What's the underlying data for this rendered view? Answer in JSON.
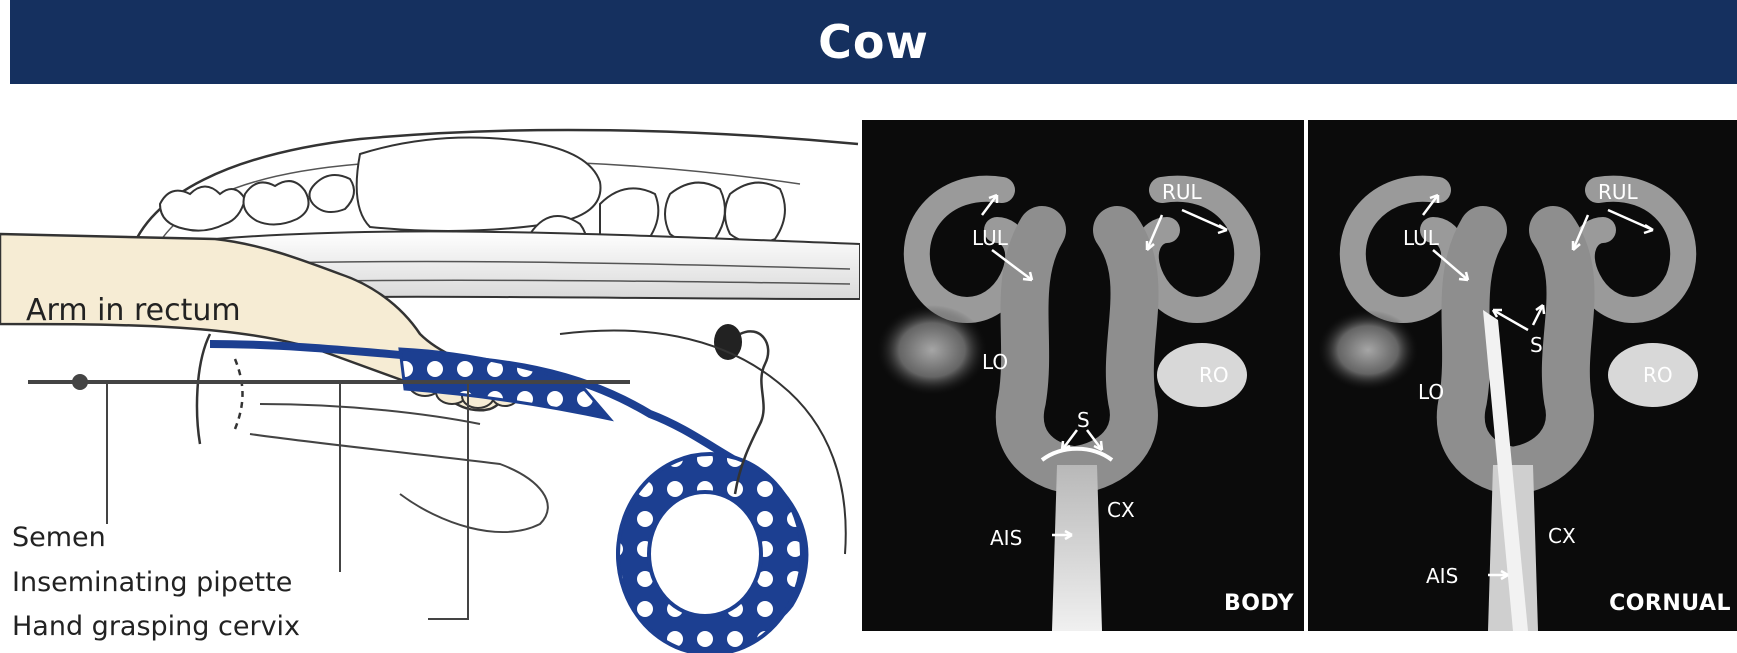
{
  "header": {
    "title": "Cow"
  },
  "diagram": {
    "arm_label": "Arm in rectum",
    "callouts": [
      "Semen",
      "Inseminating pipette",
      "Hand grasping cervix"
    ]
  },
  "photos": {
    "left": {
      "corner_label": "BODY",
      "labels": {
        "lul": "LUL",
        "rul": "RUL",
        "lo": "LO",
        "ro": "RO",
        "s": "S",
        "cx": "CX",
        "ais": "AIS"
      }
    },
    "right": {
      "corner_label": "CORNUAL",
      "labels": {
        "lul": "LUL",
        "rul": "RUL",
        "lo": "LO",
        "ro": "RO",
        "s": "S",
        "cx": "CX",
        "ais": "AIS"
      }
    }
  },
  "colors": {
    "banner": "#15305f",
    "tract_blue": "#1c3f91",
    "arm_fill": "#f6ecd4"
  }
}
